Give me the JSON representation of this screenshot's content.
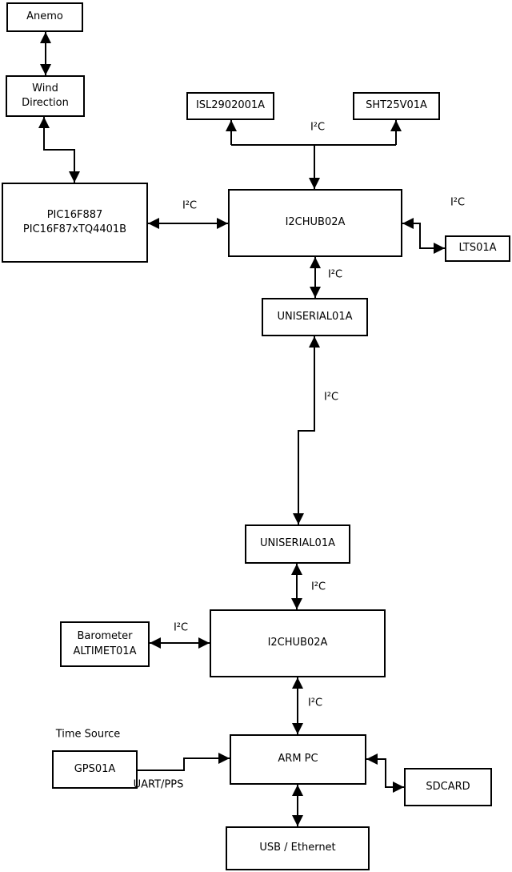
{
  "diagram": {
    "title_hint": "sensor bus block diagram",
    "colors": {
      "line": "#000000",
      "box_border": "#000000",
      "box_fill": "#ffffff",
      "text": "#000000",
      "background": "#ffffff"
    },
    "nodes": {
      "anemo": {
        "label": "Anemo"
      },
      "wind_direction": {
        "label": "Wind\nDirection"
      },
      "pic": {
        "label": "PIC16F887\nPIC16F87xTQ4401B"
      },
      "isl": {
        "label": "ISL2902001A"
      },
      "sht": {
        "label": "SHT25V01A"
      },
      "hub1": {
        "label": "I2CHUB02A"
      },
      "lts": {
        "label": "LTS01A"
      },
      "uniserial1": {
        "label": "UNISERIAL01A"
      },
      "uniserial2": {
        "label": "UNISERIAL01A"
      },
      "hub2": {
        "label": "I2CHUB02A"
      },
      "barometer": {
        "label": "Barometer\nALTIMET01A"
      },
      "gps": {
        "label": "GPS01A"
      },
      "arm_pc": {
        "label": "ARM PC"
      },
      "sdcard": {
        "label": "SDCARD"
      },
      "usb_ethernet": {
        "label": "USB / Ethernet"
      }
    },
    "edge_labels": {
      "i2c_top_branch": "I²C",
      "i2c_pic_hub1": "I²C",
      "i2c_hub1_lts": "I²C",
      "i2c_hub1_uniserial1": "I²C",
      "i2c_uniserial_link": "I²C",
      "i2c_uniserial2_hub2": "I²C",
      "i2c_barometer_hub2": "I²C",
      "i2c_hub2_armpc": "I²C",
      "uart_pps": "UART/PPS",
      "time_source": "Time Source"
    }
  }
}
